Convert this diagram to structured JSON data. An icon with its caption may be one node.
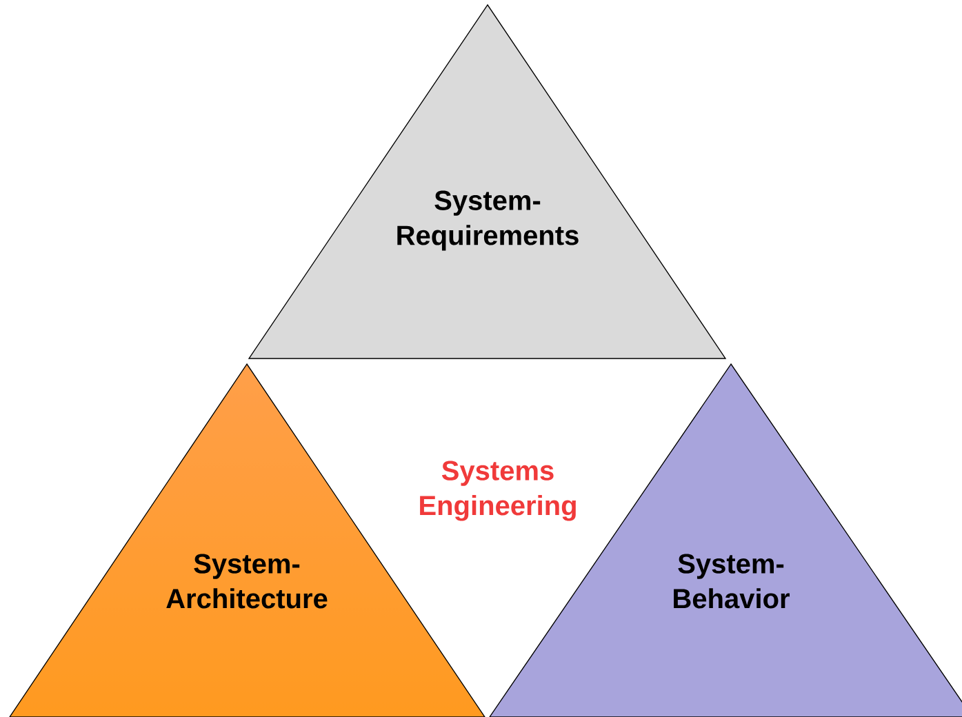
{
  "diagram": {
    "nodes": [
      {
        "text": [
          "System- Requirements"
        ]
      },
      {
        "text": [
          "System- Architecture"
        ]
      },
      {
        "text": [
          "System- Behavior"
        ]
      }
    ],
    "labels": [
      "Systems Engineering"
    ]
  }
}
